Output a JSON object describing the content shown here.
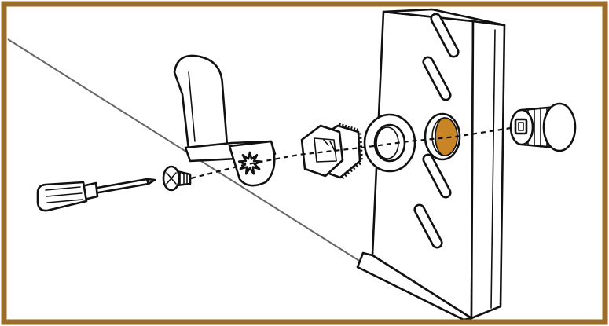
{
  "diagram": {
    "frame_color": "#9a6d2b",
    "ink_color": "#111111",
    "accent_color": "#c98426",
    "background_color": "#ffffff",
    "parts": [
      "screwdriver",
      "screw",
      "bracket",
      "hex-nut",
      "washer",
      "cabinet-panel",
      "mounting-hole",
      "threaded-bushing"
    ],
    "alignment": "dashed-axis"
  }
}
